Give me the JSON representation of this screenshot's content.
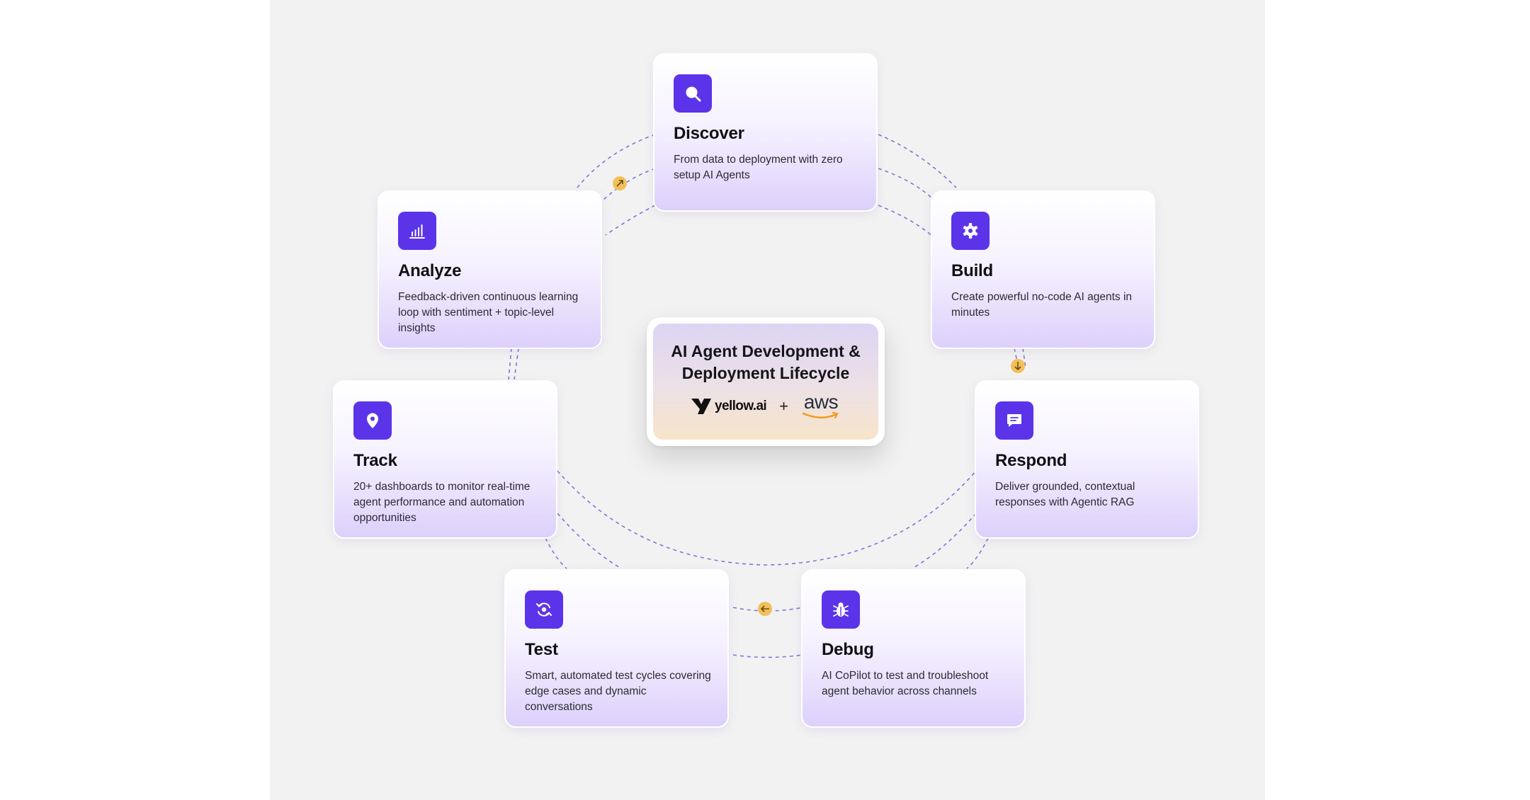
{
  "center": {
    "title": "AI Agent Development &\nDeployment Lifecycle",
    "partner_logo_text": "yellow.ai",
    "plus": "+",
    "aws_logo_text": "aws"
  },
  "stages": [
    {
      "name": "discover",
      "title": "Discover",
      "description": "From data to deployment with zero setup AI Agents",
      "icon": "search-icon"
    },
    {
      "name": "build",
      "title": "Build",
      "description": "Create powerful no-code AI agents in minutes",
      "icon": "gear-icon"
    },
    {
      "name": "respond",
      "title": "Respond",
      "description": "Deliver grounded, contextual responses with Agentic RAG",
      "icon": "chat-icon"
    },
    {
      "name": "debug",
      "title": "Debug",
      "description": "AI CoPilot to test and troubleshoot agent behavior across channels",
      "icon": "bug-icon"
    },
    {
      "name": "test",
      "title": "Test",
      "description": "Smart, automated test cycles covering edge cases and dynamic conversations",
      "icon": "refresh-cycle-icon"
    },
    {
      "name": "track",
      "title": "Track",
      "description": "20+ dashboards to monitor real-time agent performance and automation opportunities",
      "icon": "location-pin-icon"
    },
    {
      "name": "analyze",
      "title": "Analyze",
      "description": "Feedback-driven continuous learning loop with sentiment + topic-level insights",
      "icon": "bar-chart-icon"
    }
  ],
  "colors": {
    "accent": "#5b34ea",
    "connector": "#6b5fd6",
    "arrow_badge": "#f2c05a",
    "background": "#f2f2f2"
  }
}
